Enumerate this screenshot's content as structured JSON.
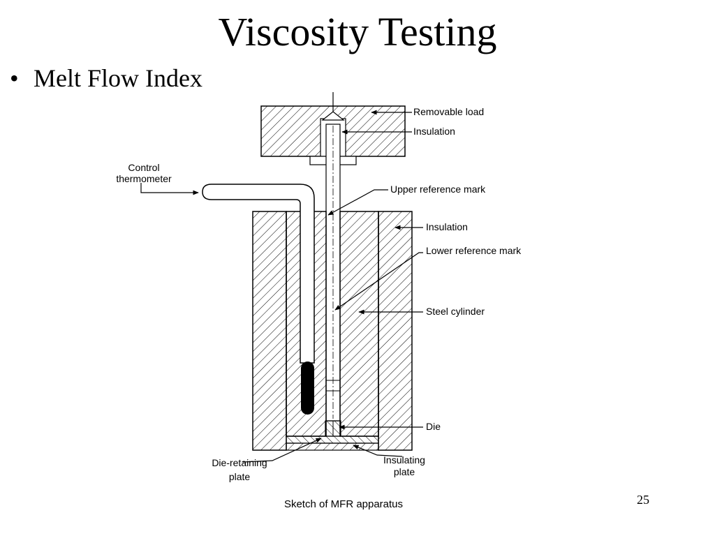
{
  "slide": {
    "title": "Viscosity Testing",
    "bullet": "Melt Flow Index",
    "page_number": "25"
  },
  "diagram": {
    "labels": {
      "removable_load": "Removable load",
      "insulation_top": "Insulation",
      "control_thermometer_1": "Control",
      "control_thermometer_2": "thermometer",
      "upper_reference_mark": "Upper reference mark",
      "insulation_side": "Insulation",
      "lower_reference_mark": "Lower reference mark",
      "steel_cylinder": "Steel cylinder",
      "die": "Die",
      "die_retaining_plate_1": "Die-retaining",
      "die_retaining_plate_2": "plate",
      "insulating_plate_1": "Insulating",
      "insulating_plate_2": "plate"
    },
    "caption": "Sketch of MFR apparatus"
  }
}
